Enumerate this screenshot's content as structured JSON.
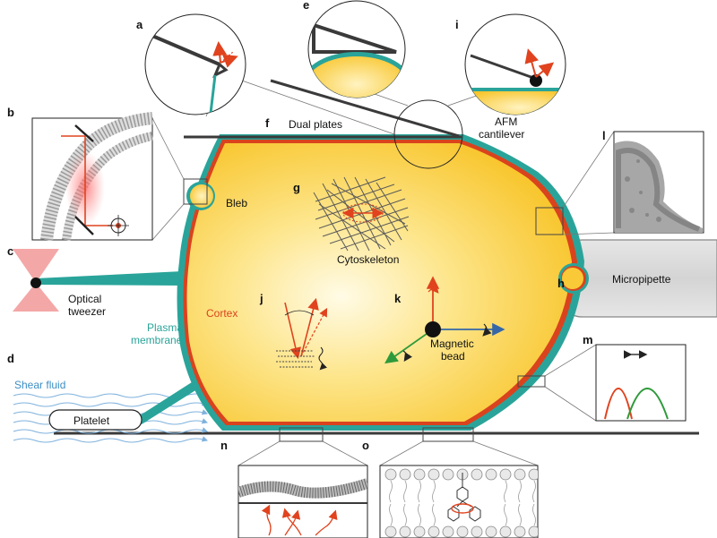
{
  "panels": {
    "a": "a",
    "b": "b",
    "c": "c",
    "d": "d",
    "e": "e",
    "f": "f",
    "g": "g",
    "h": "h",
    "i": "i",
    "j": "j",
    "k": "k",
    "l": "l",
    "m": "m",
    "n": "n",
    "o": "o"
  },
  "labels": {
    "dual_plates": "Dual plates",
    "afm_line1": "AFM",
    "afm_line2": "cantilever",
    "bleb": "Bleb",
    "cytoskeleton": "Cytoskeleton",
    "optical_line1": "Optical",
    "optical_line2": "tweezer",
    "micropipette": "Micropipette",
    "cortex": "Cortex",
    "plasma_line1": "Plasma",
    "plasma_line2": "membrane",
    "magnetic_line1": "Magnetic",
    "magnetic_line2": "bead",
    "shear_fluid": "Shear fluid",
    "platelet": "Platelet"
  },
  "colors": {
    "cell_fill": "#fbd03a",
    "cortex": "#d9431e",
    "membrane": "#2aa49a",
    "tool": "#3a3a3a",
    "arrow_red": "#e0431e",
    "arrow_green": "#2f9a3b",
    "arrow_blue": "#3466a8",
    "shear": "#7fb2dd"
  }
}
